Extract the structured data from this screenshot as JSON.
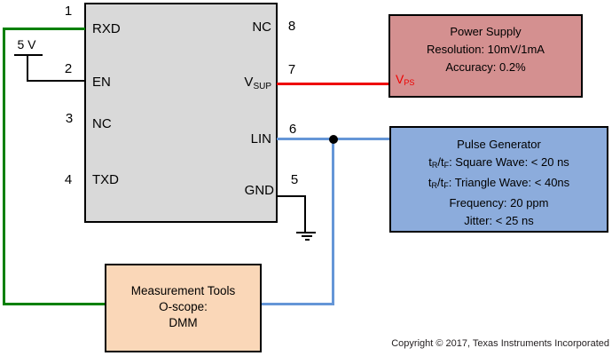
{
  "supply_5v": {
    "label": "5 V"
  },
  "ic": {
    "left_pins": [
      {
        "num": "1",
        "label": "RXD"
      },
      {
        "num": "2",
        "label": "EN"
      },
      {
        "num": "3",
        "label": "NC"
      },
      {
        "num": "4",
        "label": "TXD"
      }
    ],
    "right_pins": [
      {
        "num": "8",
        "label": "NC"
      },
      {
        "num": "7",
        "label_main": "V",
        "label_sub": "SUP"
      },
      {
        "num": "6",
        "label": "LIN"
      },
      {
        "num": "5",
        "label": "GND"
      }
    ]
  },
  "power_supply": {
    "title": "Power Supply",
    "line2": "Resolution: 10mV/1mA",
    "line3": "Accuracy: 0.2%",
    "net_label": {
      "main": "V",
      "sub": "PS"
    }
  },
  "pulse_generator": {
    "title": "Pulse Generator",
    "line2": {
      "t1": "t",
      "s1": "R",
      "t2": "/t",
      "s2": "F",
      "rest": ": Square Wave: < 20 ns"
    },
    "line3": {
      "t1": "t",
      "s1": "R",
      "t2": "/t",
      "s2": "F",
      "rest": ": Triangle Wave: < 40ns"
    },
    "line4": "Frequency: 20 ppm",
    "line5": "Jitter: < 25 ns"
  },
  "measurement_tools": {
    "title": "Measurement Tools",
    "line2": "O-scope:",
    "line3": "DMM"
  },
  "footer": {
    "copyright": "Copyright © 2017, Texas Instruments Incorporated"
  },
  "colors": {
    "ic_fill": "#d9d9d9",
    "power_supply_fill": "#d49090",
    "pulse_generator_fill": "#8cacdc",
    "measurement_fill": "#fad7b8",
    "wire_green": "#008000",
    "wire_red": "#ee0000",
    "wire_blue": "#6596d7",
    "vps_text": "#ee0000"
  }
}
